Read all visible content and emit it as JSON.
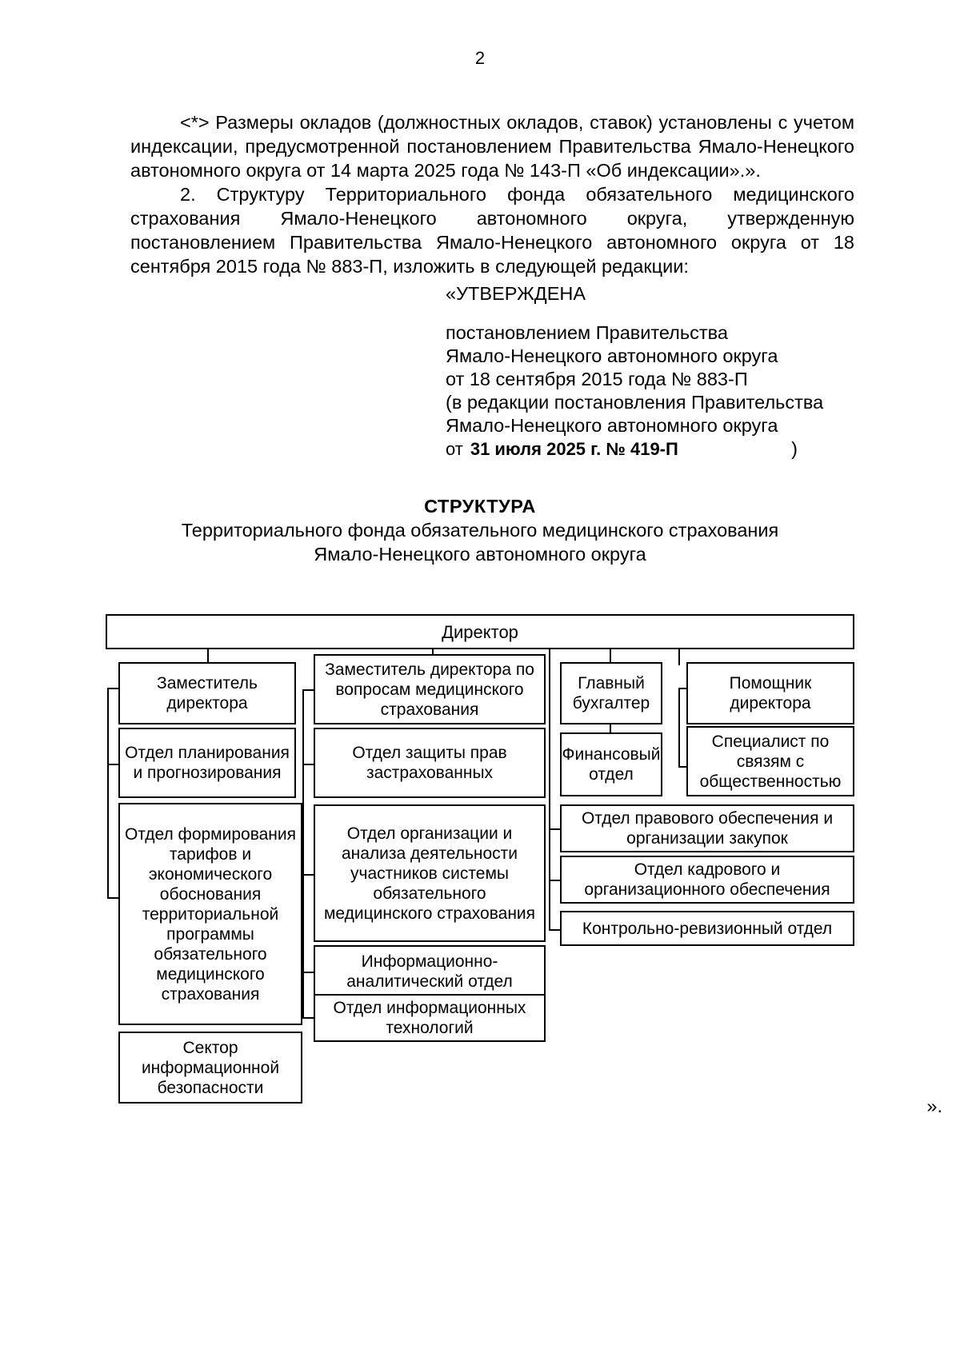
{
  "page": {
    "number": "2",
    "trailing_mark": "»."
  },
  "body": {
    "paragraphs": [
      "<*> Размеры окладов (должностных окладов, ставок) установлены с учетом индексации, предусмотренной постановлением Правительства Ямало-Ненецкого автономного округа от 14 марта 2025 года № 143-П «Об индексации».».",
      "2. Структуру Территориального фонда обязательного медицинского страхования Ямало-Ненецкого автономного округа, утвержденную постановлением Правительства Ямало-Ненецкого автономного округа от 18 сентября 2015 года № 883-П, изложить в следующей редакции:"
    ]
  },
  "approval": {
    "heading": "«УТВЕРЖДЕНА",
    "lines": [
      "постановлением Правительства",
      "Ямало-Ненецкого автономного округа",
      "от 18 сентября 2015 года № 883-П",
      "(в редакции постановления Правительства",
      "Ямало-Ненецкого автономного округа"
    ],
    "date_label": "от",
    "date_value": "31 июля 2025 г. № 419-П",
    "closing_paren": ")"
  },
  "title": {
    "main": "СТРУКТУРА",
    "sub_line1": "Территориального фонда обязательного медицинского страхования",
    "sub_line2": "Ямало-Ненецкого автономного округа"
  },
  "chart_data": {
    "type": "diagram",
    "title": "Структура Территориального фонда обязательного медицинского страхования Ямало-Ненецкого автономного округа",
    "root": "Директор",
    "nodes": [
      {
        "id": "director",
        "label": "Директор"
      },
      {
        "id": "dep_director",
        "label": "Заместитель директора"
      },
      {
        "id": "dep_director_ms",
        "label": "Заместитель директора по вопросам медицинского страхования"
      },
      {
        "id": "chief_accountant",
        "label": "Главный бухгалтер"
      },
      {
        "id": "assistant_director",
        "label": "Помощник директора"
      },
      {
        "id": "planning_dept",
        "label": "Отдел планирования и прогнозирования"
      },
      {
        "id": "tariffs_dept",
        "label": "Отдел формирования тарифов и экономического обоснования территориальной программы обязательного медицинского страхования"
      },
      {
        "id": "infosec_sector",
        "label": "Сектор информационной безопасности"
      },
      {
        "id": "rights_dept",
        "label": "Отдел защиты прав застрахованных"
      },
      {
        "id": "analysis_dept",
        "label": "Отдел организации и анализа деятельности участников системы обязательного медицинского страхования"
      },
      {
        "id": "info_analytic_dept",
        "label": "Информационно-аналитический отдел"
      },
      {
        "id": "it_dept",
        "label": "Отдел информационных технологий"
      },
      {
        "id": "finance_dept",
        "label": "Финансовый отдел"
      },
      {
        "id": "pr_specialist",
        "label": "Специалист по связям с общественностью"
      },
      {
        "id": "legal_dept",
        "label": "Отдел правового обеспечения и организации закупок"
      },
      {
        "id": "hr_dept",
        "label": "Отдел кадрового и организационного обеспечения"
      },
      {
        "id": "audit_dept",
        "label": "Контрольно-ревизионный отдел"
      }
    ],
    "edges": [
      {
        "from": "director",
        "to": "dep_director"
      },
      {
        "from": "director",
        "to": "dep_director_ms"
      },
      {
        "from": "director",
        "to": "chief_accountant"
      },
      {
        "from": "director",
        "to": "assistant_director"
      },
      {
        "from": "dep_director",
        "to": "planning_dept"
      },
      {
        "from": "dep_director",
        "to": "tariffs_dept"
      },
      {
        "from": "dep_director",
        "to": "infosec_sector"
      },
      {
        "from": "dep_director_ms",
        "to": "rights_dept"
      },
      {
        "from": "dep_director_ms",
        "to": "analysis_dept"
      },
      {
        "from": "dep_director_ms",
        "to": "info_analytic_dept"
      },
      {
        "from": "dep_director_ms",
        "to": "it_dept"
      },
      {
        "from": "chief_accountant",
        "to": "finance_dept"
      },
      {
        "from": "assistant_director",
        "to": "pr_specialist"
      },
      {
        "from": "director",
        "to": "legal_dept"
      },
      {
        "from": "director",
        "to": "hr_dept"
      },
      {
        "from": "director",
        "to": "audit_dept"
      }
    ]
  }
}
